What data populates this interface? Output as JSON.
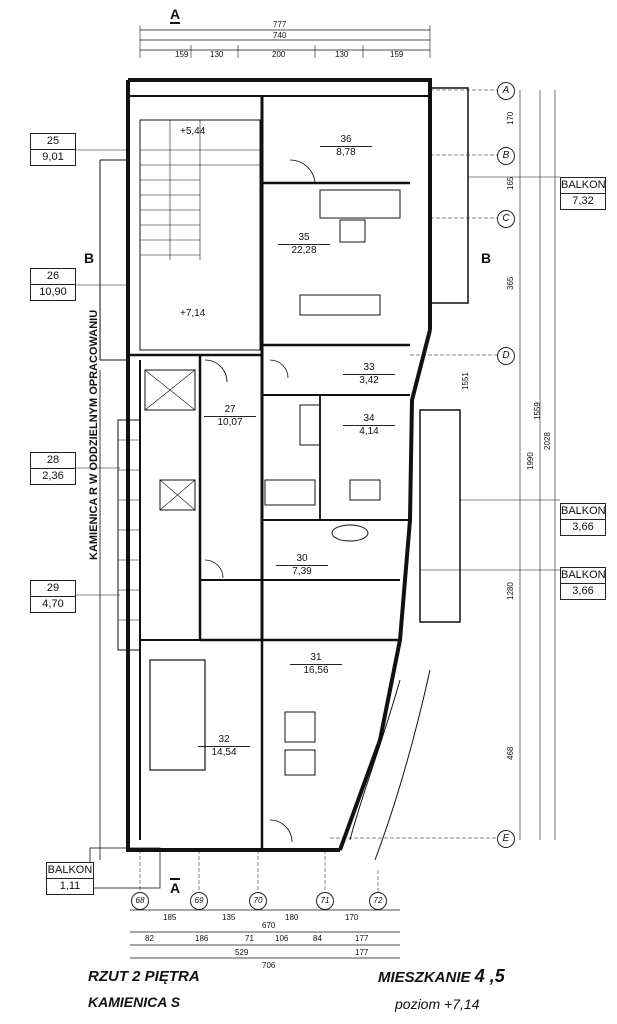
{
  "labels": {
    "left": [
      {
        "n": "25",
        "a": "9,01"
      },
      {
        "n": "26",
        "a": "10,90"
      },
      {
        "n": "28",
        "a": "2,36"
      },
      {
        "n": "29",
        "a": "4,70"
      }
    ],
    "balcony_bottom": {
      "n": "BALKON",
      "a": "1,11"
    },
    "balcony_right": [
      {
        "n": "BALKON",
        "a": "7,32"
      },
      {
        "n": "BALKON",
        "a": "3,66"
      },
      {
        "n": "BALKON",
        "a": "3,66"
      }
    ]
  },
  "rooms": [
    {
      "n": "36",
      "a": "8,78"
    },
    {
      "n": "35",
      "a": "22,28"
    },
    {
      "n": "33",
      "a": "3,42"
    },
    {
      "n": "34",
      "a": "4,14"
    },
    {
      "n": "27",
      "a": "10,07"
    },
    {
      "n": "30",
      "a": "7,39"
    },
    {
      "n": "31",
      "a": "16,56"
    },
    {
      "n": "32",
      "a": "14,54"
    }
  ],
  "levels": {
    "top": "+5,44",
    "mid": "+7,14"
  },
  "axes_right": [
    "A",
    "B",
    "C",
    "D",
    "E"
  ],
  "axes_bottom": [
    "68",
    "69",
    "70",
    "71",
    "72"
  ],
  "sections": {
    "a": "A",
    "b": "B"
  },
  "top_dims": {
    "overall": "777",
    "inner": "740",
    "segments": [
      "159",
      "130",
      "200",
      "130",
      "159"
    ]
  },
  "bottom_dims": {
    "row1": [
      "185",
      "135",
      "180",
      "170"
    ],
    "row1_total": "670",
    "row2": [
      "82",
      "186",
      "71",
      "106",
      "84",
      "177"
    ],
    "total1": "529",
    "total2": "177",
    "total3": "706"
  },
  "right_dims": [
    "170",
    "165",
    "365",
    "1551",
    "1990",
    "2028",
    "1559",
    "1280",
    "468"
  ],
  "vertical_note": "KAMIENICA R W ODDZIELNYM OPRACOWANIU",
  "footer": {
    "left_title": "RZUT 2 PIĘTRA",
    "left_sub": "KAMIENICA S",
    "right_title_prefix": "MIESZKANIE",
    "right_title_num": "4 ,5",
    "right_sub": "poziom +7,14"
  }
}
